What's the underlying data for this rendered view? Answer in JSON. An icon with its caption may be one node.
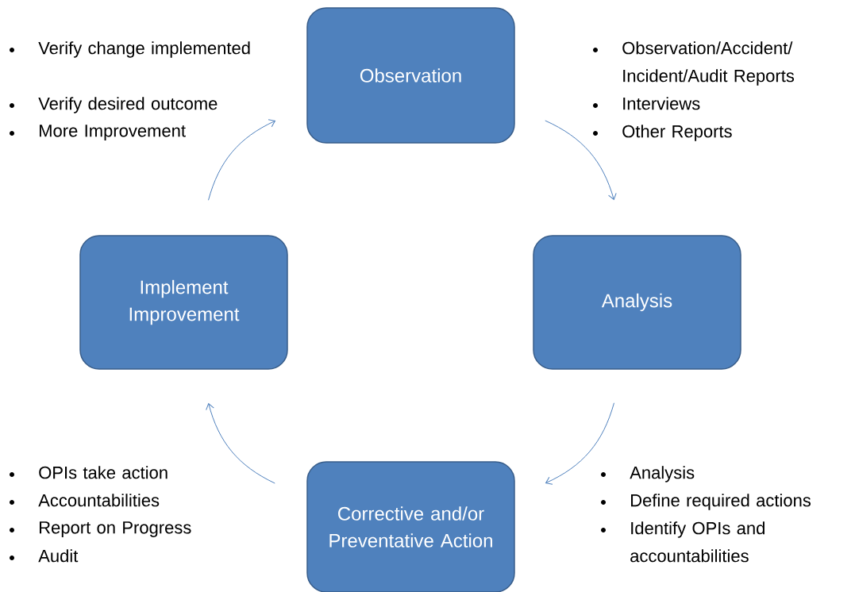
{
  "diagram": {
    "nodes": [
      {
        "text": [
          "Observation"
        ]
      },
      {
        "text": [
          "Analysis"
        ]
      },
      {
        "text": [
          "Corrective and/or Preventative Action"
        ]
      },
      {
        "text": [
          "Implement Improvement"
        ]
      }
    ],
    "edges": [
      {
        "from": 0,
        "to": 1,
        "arrow": "to"
      },
      {
        "from": 1,
        "to": 2,
        "arrow": "to"
      },
      {
        "from": 2,
        "to": 3,
        "arrow": "to"
      },
      {
        "from": 3,
        "to": 0,
        "arrow": "to"
      }
    ],
    "labels": [
      "Verify change implemented",
      "Verify desired outcome",
      "More Improvement",
      "Observation/Accident/Incident/Audit Reports",
      "Interviews",
      "Other Reports",
      "OPIs take action",
      "Accountabilities",
      "Report on Progress",
      "Audit",
      "Analysis",
      "Define required actions",
      "Identify OPIs and accountabilities"
    ]
  }
}
